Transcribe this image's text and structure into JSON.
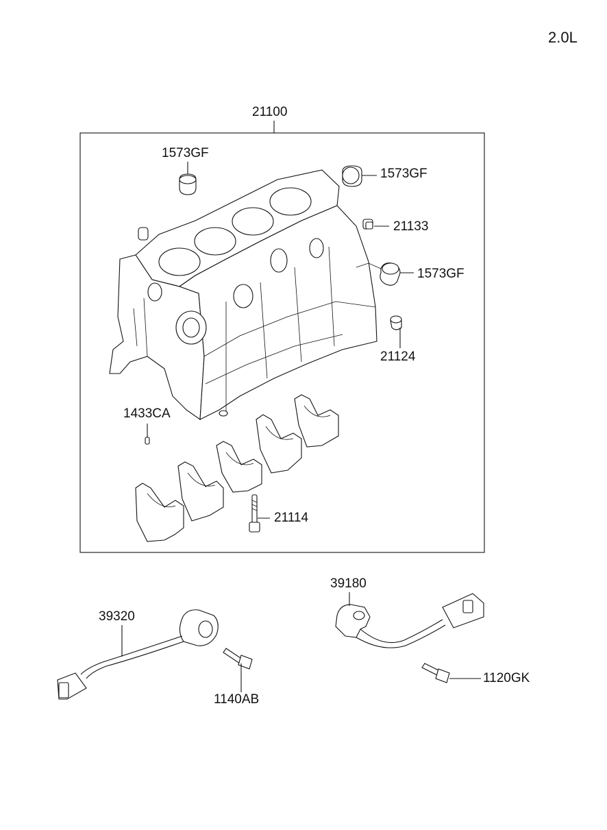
{
  "engine_spec": "2.0L",
  "assembly": {
    "part_no": "21100"
  },
  "callouts": {
    "plug_top_left": "1573GF",
    "plug_top_right": "1573GF",
    "plug_side_right": "1573GF",
    "drain_plug": "21133",
    "dowel_sleeve": "21124",
    "dowel_pin": "1433CA",
    "bearing_cap_bolt": "21114",
    "knock_sensor": "39320",
    "knock_sensor_bolt": "1140AB",
    "crank_sensor": "39180",
    "crank_sensor_bolt": "1120GK"
  }
}
